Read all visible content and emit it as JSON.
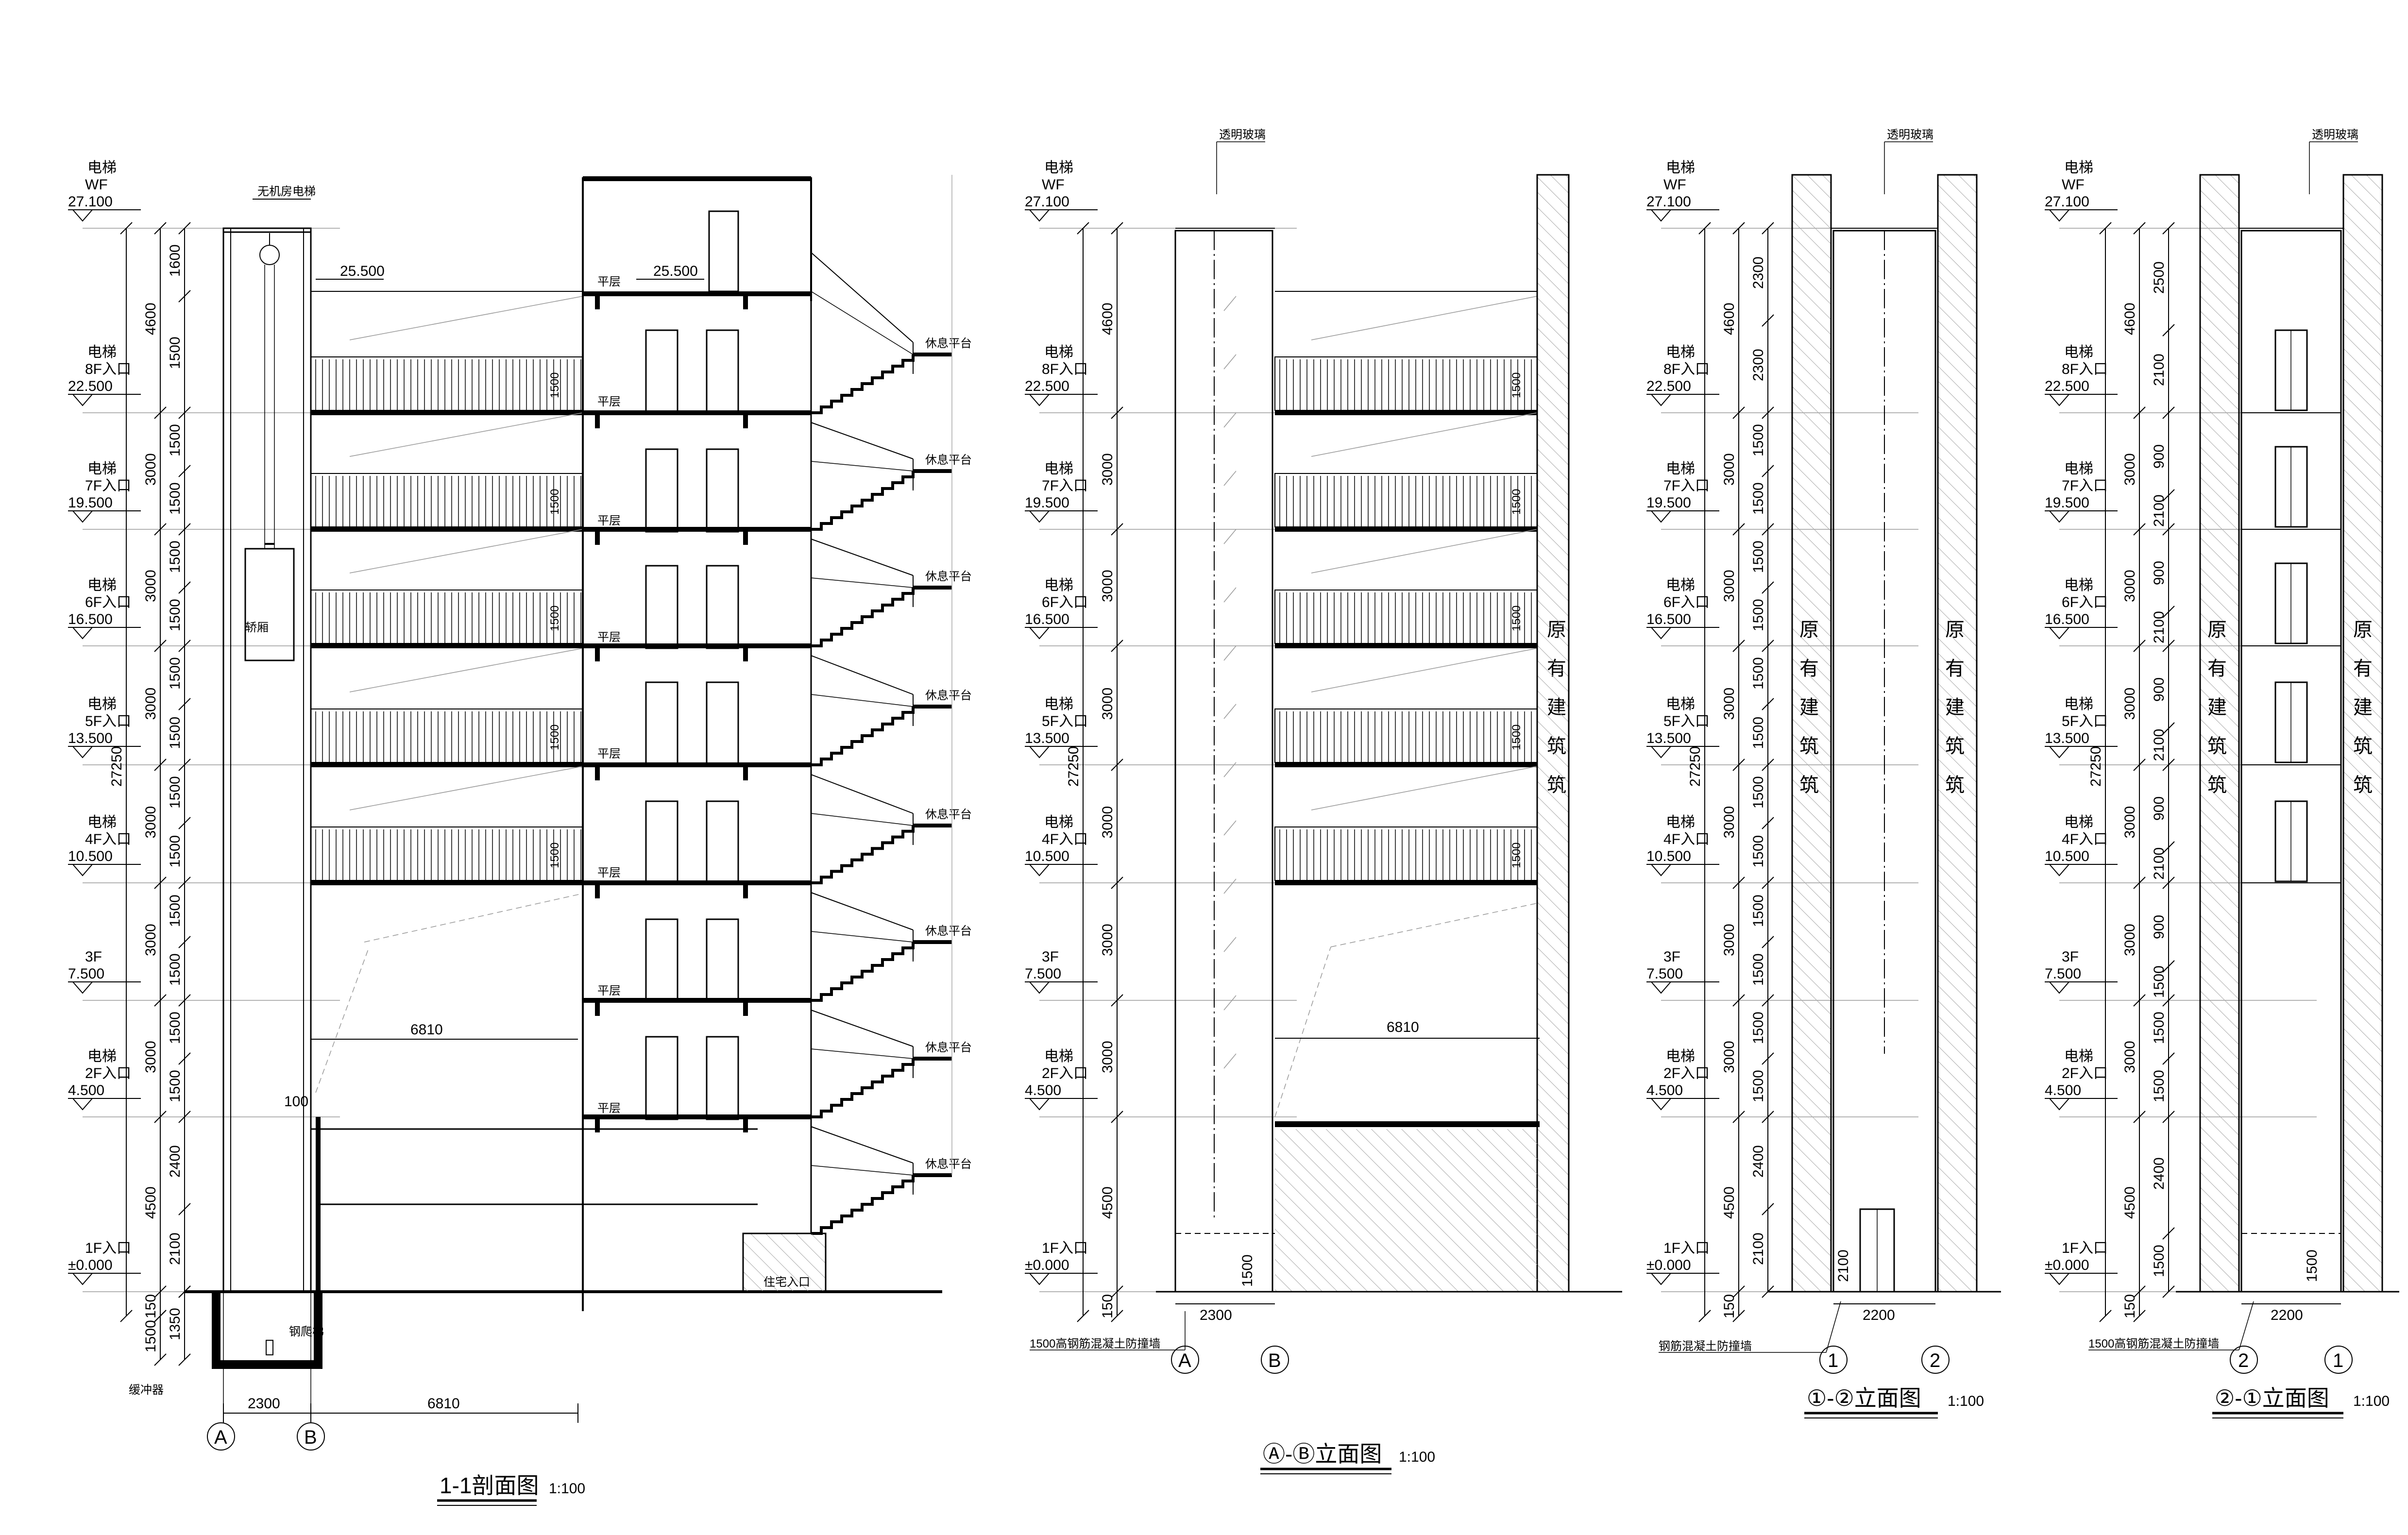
{
  "levels": [
    {
      "name": "电梯",
      "floor": "WF",
      "elev": "27.100"
    },
    {
      "name": "电梯",
      "floor": "8F入口",
      "elev": "22.500"
    },
    {
      "name": "电梯",
      "floor": "7F入口",
      "elev": "19.500"
    },
    {
      "name": "电梯",
      "floor": "6F入口",
      "elev": "16.500"
    },
    {
      "name": "电梯",
      "floor": "5F入口",
      "elev": "13.500"
    },
    {
      "name": "电梯",
      "floor": "4F入口",
      "elev": "10.500"
    },
    {
      "name": "",
      "floor": "3F",
      "elev": "7.500"
    },
    {
      "name": "电梯",
      "floor": "2F入口",
      "elev": "4.500"
    },
    {
      "name": "",
      "floor": "1F入口",
      "elev": "±0.000"
    }
  ],
  "views": {
    "section": {
      "title": "1-1剖面图",
      "scale": "1:100"
    },
    "elev_ab": {
      "title": "Ⓐ-Ⓑ立面图",
      "scale": "1:100"
    },
    "elev_12": {
      "title": "①-②立面图",
      "scale": "1:100"
    },
    "elev_21": {
      "title": "②-①立面图",
      "scale": "1:100"
    }
  },
  "axes": {
    "a": "A",
    "b": "B",
    "one": "1",
    "two": "2"
  },
  "dims": {
    "total_height": "27250",
    "shaft_width": "2300",
    "bridge_length": "6810",
    "shaft_width_side": "2200",
    "base_150": "150",
    "pit_1500": "1500",
    "pit_1350": "1350",
    "top_1600": "1600",
    "top_4600": "4600",
    "floor_3000": "3000",
    "seg_1500": "1500",
    "seg_2400": "2400",
    "seg_4500": "4500",
    "seg_2100": "2100",
    "seg_2300": "2300",
    "seg_2200": "2200",
    "seg_2500": "2500",
    "seg_900": "900",
    "seg_100": "100",
    "rail_1500": "1500"
  },
  "labels": {
    "level_25500": "25.500",
    "machine_room_less": "无机房电梯",
    "car": "轿厢",
    "landing": "平层",
    "rest_platform": "休息平台",
    "entrance": "住宅入口",
    "buffer": "缓冲器",
    "ladder": "钢爬梯",
    "transparent_glass": "透明玻璃",
    "existing_building": "原有建筑",
    "wall_note": "1500高钢筋混凝土防撞墙",
    "wall_note_short": "钢筋混凝土防撞墙"
  }
}
